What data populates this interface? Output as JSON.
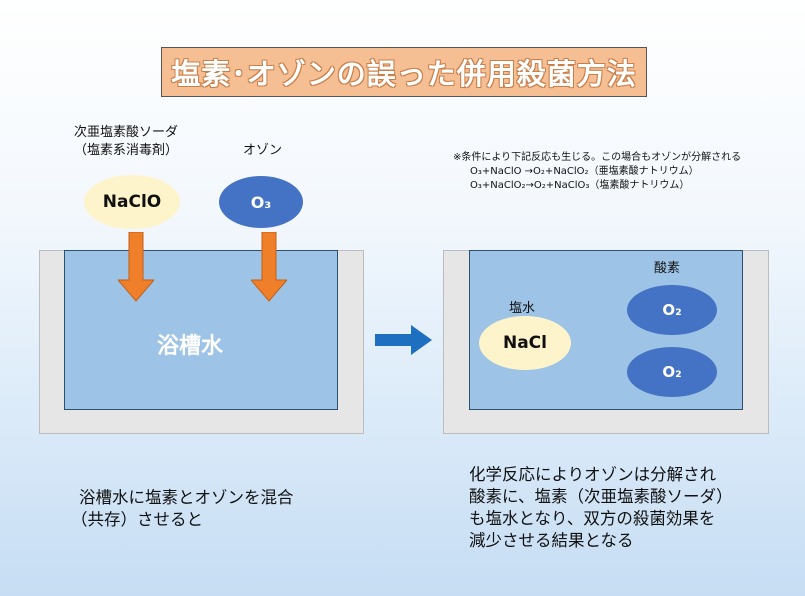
{
  "title": "塩素･オゾンの誤った併用殺菌方法",
  "left": {
    "chlorine_label_line1": "次亜塩素酸ソーダ",
    "chlorine_label_line2": "（塩素系消毒剤）",
    "chlorine_chip": "NaClO",
    "ozone_label": "オゾン",
    "ozone_chip": "O₃",
    "water_label": "浴槽水"
  },
  "note": {
    "line1": "※条件により下記反応も生じる。この場合もオゾンが分解される",
    "line2": "O₃+NaClO →O₂+NaClO₂（亜塩素酸ナトリウム）",
    "line3": "O₃+NaClO₂→O₂+NaClO₃（塩素酸ナトリウム）"
  },
  "right": {
    "salt_label": "塩水",
    "salt_chip": "NaCl",
    "oxygen_label": "酸素",
    "oxygen_chip_1": "O₂",
    "oxygen_chip_2": "O₂"
  },
  "captions": {
    "left_line1": "浴槽水に塩素とオゾンを混合",
    "left_line2": "（共存）させると",
    "right_line1": "化学反応によりオゾンは分解され",
    "right_line2": "酸素に、塩素（次亜塩素酸ソーダ）",
    "right_line3": "も塩水となり、双方の殺菌効果を",
    "right_line4": "減少させる結果となる"
  },
  "colors": {
    "arrow_orange": "#f07f2a",
    "arrow_blue": "#1f6fc0",
    "chip_blue": "#4472c4",
    "chip_cream": "#fef4cb",
    "water": "#9dc3e6",
    "title_bg": "#f6bf93"
  },
  "icons": {
    "down_arrow": "orange-down-arrow-icon",
    "right_arrow": "blue-right-arrow-icon"
  }
}
